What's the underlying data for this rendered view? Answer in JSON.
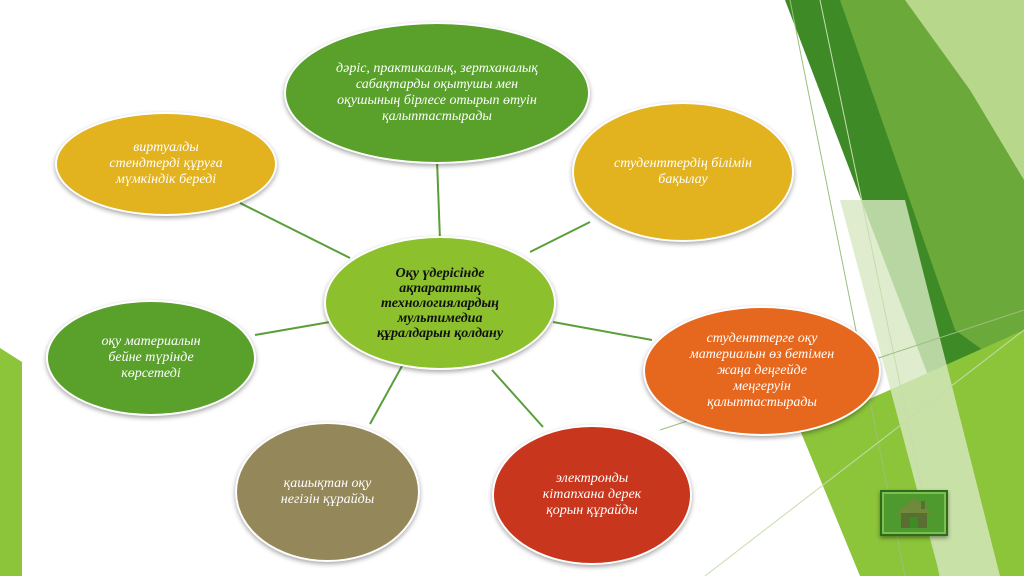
{
  "diagram": {
    "center": {
      "text": "Оқу үдерісінде ақпараттық технологиялардың мультимедиа құралдарын қолдану",
      "color": "#8cc02c"
    },
    "nodes": [
      {
        "id": "top",
        "text": "дәріс, практикалық, зертханалық сабақтарды оқытушы мен оқушының бірлесе отырып өтуін қалыптастырады",
        "color": "#5aa12c"
      },
      {
        "id": "top-left",
        "text": "виртуалды стендтерді құруға мүмкіндік береді",
        "color": "#e2b21f"
      },
      {
        "id": "top-right",
        "text": "студенттердің білімін бақылау",
        "color": "#e2b21f"
      },
      {
        "id": "left",
        "text": "оқу материалын бейне түрінде көрсетеді",
        "color": "#5aa12c"
      },
      {
        "id": "right",
        "text": "студенттерге оқу материалын өз бетімен жаңа деңгейде меңгеруін қалыптастырады",
        "color": "#e6681f"
      },
      {
        "id": "bottom-left",
        "text": "қашықтан оқу негізін құрайды",
        "color": "#948759"
      },
      {
        "id": "bottom-right",
        "text": "электронды кітапхана дерек қорын құрайды",
        "color": "#c9361e"
      }
    ]
  },
  "navigation": {
    "home_icon": "home-icon",
    "button_color": "#4e9a2f"
  },
  "theme": {
    "stripe_dark": "#2f7d1e",
    "stripe_light": "#8cc43a",
    "link_color": "#5a9e3a"
  }
}
